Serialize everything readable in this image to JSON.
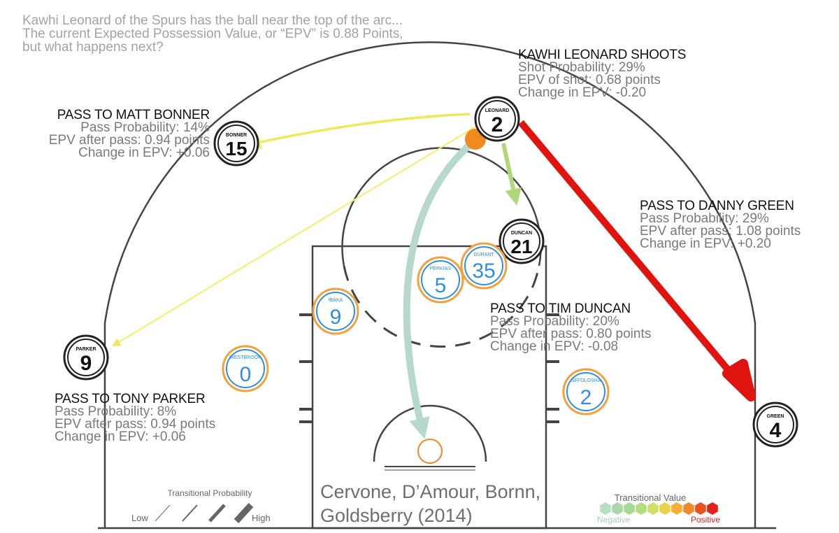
{
  "intro": {
    "line1": "Kawhi Leonard of the Spurs has the ball near the top of the arc...",
    "line2": "The current Expected Possession Value, or “EPV” is 0.88 Points,",
    "line3": "but what happens next?"
  },
  "actions": {
    "shoot": {
      "title": "KAWHI LEONARD SHOOTS",
      "line1": "Shot Probability: 29%",
      "line2": "EPV of shot: 0.68 points",
      "line3": "Change in EPV: -0.20"
    },
    "bonner": {
      "title": "PASS TO MATT BONNER",
      "line1": "Pass Probability: 14%",
      "line2": "EPV after pass: 0.94 points",
      "line3": "Change in EPV: +0.06"
    },
    "green": {
      "title": "PASS TO DANNY GREEN",
      "line1": "Pass Probability: 29%",
      "line2": "EPV after pass: 1.08 points",
      "line3": "Change in EPV: +0.20"
    },
    "duncan": {
      "title": "PASS TO TIM DUNCAN",
      "line1": "Pass Probability: 20%",
      "line2": "EPV after pass: 0.80 points",
      "line3": "Change in EPV: -0.08"
    },
    "parker": {
      "title": "PASS TO TONY PARKER",
      "line1": "Pass Probability: 8%",
      "line2": "EPV after pass: 0.94 points",
      "line3": "Change in EPV: +0.06"
    }
  },
  "players": {
    "leonard": {
      "name": "LEONARD",
      "number": "2"
    },
    "bonner": {
      "name": "BONNER",
      "number": "15"
    },
    "duncan": {
      "name": "DUNCAN",
      "number": "21"
    },
    "parker": {
      "name": "PARKER",
      "number": "9"
    },
    "green": {
      "name": "GREEN",
      "number": "4"
    },
    "durant": {
      "name": "DURANT",
      "number": "35"
    },
    "perkins": {
      "name": "PERKINS",
      "number": "5"
    },
    "ibaka": {
      "name": "IBAKA",
      "number": "9"
    },
    "westbrook": {
      "name": "WESTBROOK",
      "number": "0"
    },
    "sefolosha": {
      "name": "SEFOLOSHA",
      "number": "2"
    }
  },
  "credit": {
    "line1": "Cervone, D’Amour, Bornn,",
    "line2": "Goldsberry (2014)"
  },
  "legend_probability": {
    "title": "Transitional Probability",
    "low": "Low",
    "high": "High"
  },
  "legend_value": {
    "title": "Transitional Value",
    "negative": "Negative",
    "positive": "Positive",
    "colors": [
      "#b8dcc4",
      "#a9d8a8",
      "#a6d896",
      "#b6dc7a",
      "#cfe067",
      "#ecd24a",
      "#f4b03a",
      "#f08a2c",
      "#e8521e",
      "#e0221a"
    ]
  },
  "colors": {
    "shot_path": "#b7d8cc",
    "pass_bonner": "#efe85a",
    "pass_parker": "#f3ee66",
    "pass_duncan": "#b0d77a",
    "pass_green": "#e0130f",
    "ball": "#f0891f",
    "defender_ring": "#f2a13a",
    "defender_number": "#2f8ee0",
    "court_line": "#444444"
  }
}
